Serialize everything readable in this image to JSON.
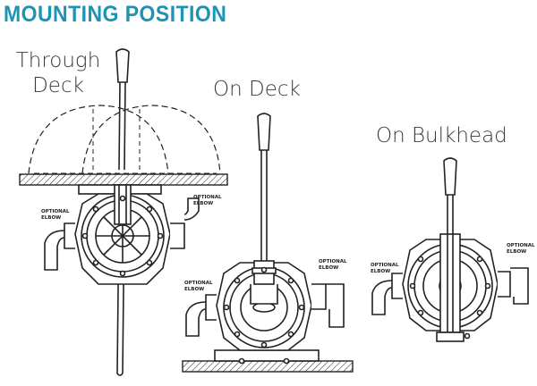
{
  "title": "MOUNTING POSITION",
  "labels": {
    "through_deck_line1": "Through",
    "through_deck_line2": "Deck",
    "on_deck": "On Deck",
    "on_bulkhead": "On Bulkhead"
  },
  "callouts": {
    "optional": "OPTIONAL",
    "elbow": "ELBOW"
  },
  "colors": {
    "title": "#1d94b5",
    "line": "#222222"
  }
}
